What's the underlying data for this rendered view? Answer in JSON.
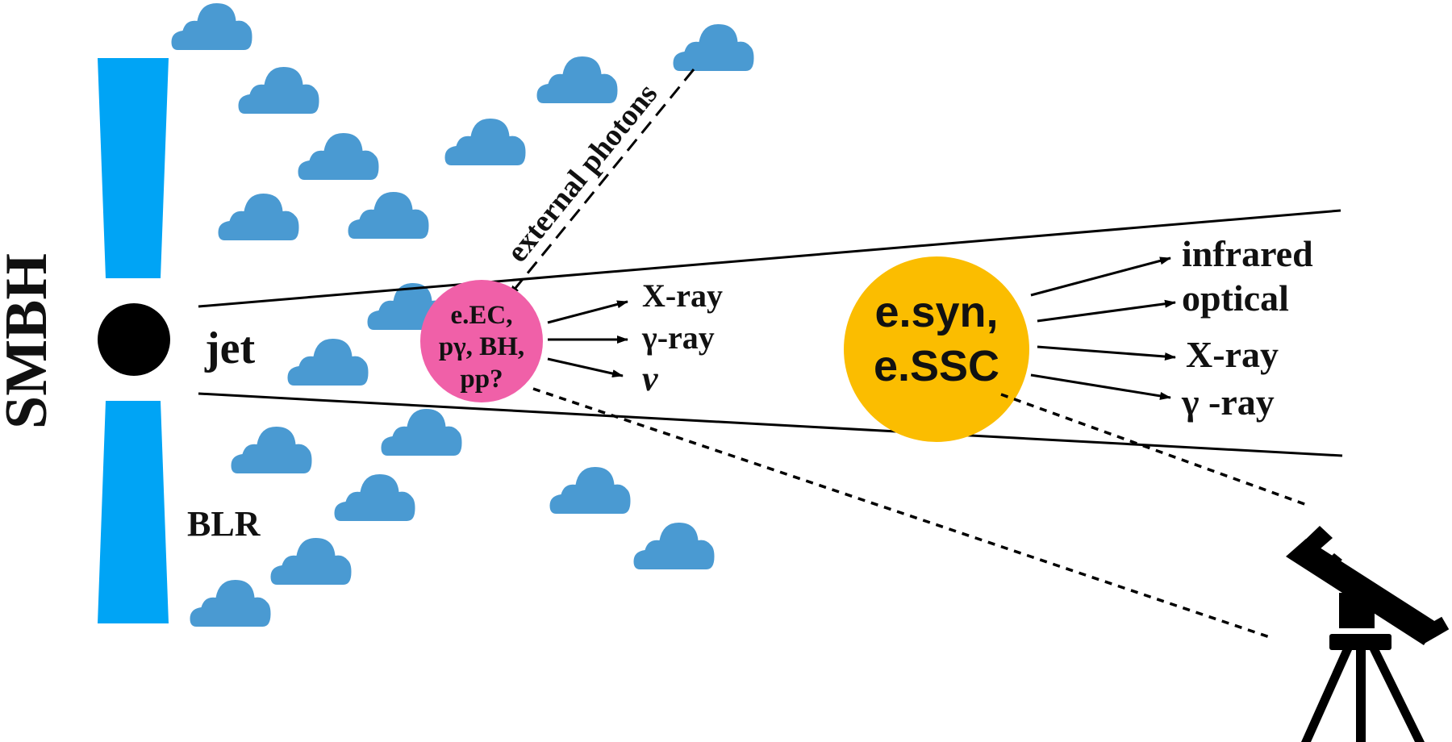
{
  "labels": {
    "smbh": "SMBH",
    "jet": "jet",
    "blr": "BLR",
    "external_photons": "external photons"
  },
  "inner_blob": {
    "lines": [
      "e.EC,",
      "pγ, BH,",
      "pp?"
    ],
    "outputs": [
      "X-ray",
      "γ-ray",
      "ν"
    ],
    "color": "#f060a8"
  },
  "outer_blob": {
    "lines": [
      "e.syn,",
      "e.SSC"
    ],
    "outputs": [
      "infrared",
      "optical",
      "X-ray",
      "γ -ray"
    ],
    "color": "#fbbd00"
  },
  "colors": {
    "disk": "#00a4f5",
    "cloud": "#4a9ad2",
    "ink": "#000000"
  },
  "icons": [
    "cloud-icon",
    "telescope-icon"
  ]
}
